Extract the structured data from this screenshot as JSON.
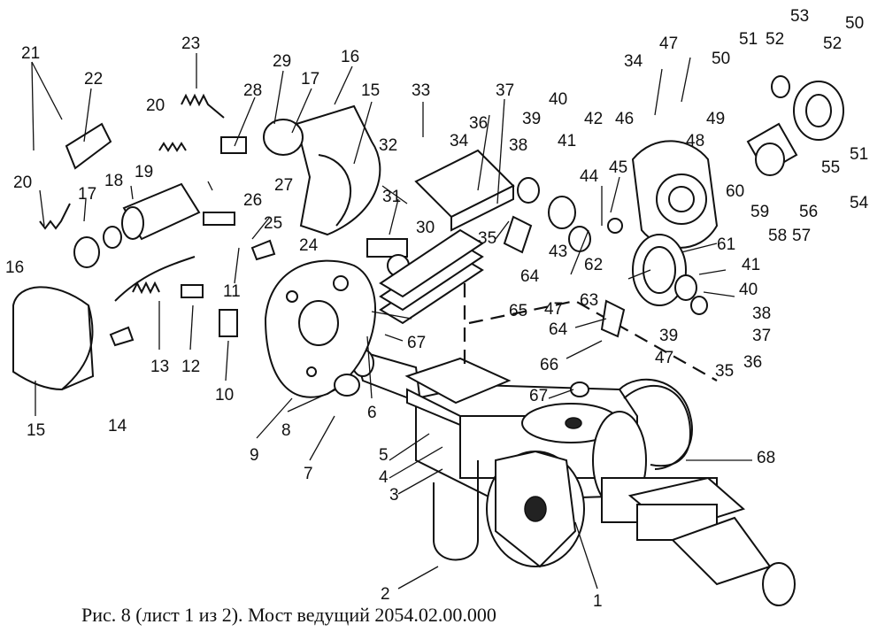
{
  "caption": "Рис. 8 (лист 1 из 2). Мост ведущий 2054.02.00.000",
  "callouts": [
    {
      "id": "21",
      "text": "21"
    },
    {
      "id": "22",
      "text": "22"
    },
    {
      "id": "20a",
      "text": "20"
    },
    {
      "id": "20b",
      "text": "20"
    },
    {
      "id": "23",
      "text": "23"
    },
    {
      "id": "28",
      "text": "28"
    },
    {
      "id": "29",
      "text": "29"
    },
    {
      "id": "17a",
      "text": "17"
    },
    {
      "id": "16a",
      "text": "16"
    },
    {
      "id": "15a",
      "text": "15"
    },
    {
      "id": "33",
      "text": "33"
    },
    {
      "id": "37a",
      "text": "37"
    },
    {
      "id": "34a",
      "text": "34"
    },
    {
      "id": "47a",
      "text": "47"
    },
    {
      "id": "51a",
      "text": "51"
    },
    {
      "id": "52a",
      "text": "52"
    },
    {
      "id": "53",
      "text": "53"
    },
    {
      "id": "50a",
      "text": "50"
    },
    {
      "id": "52b",
      "text": "52"
    },
    {
      "id": "50b",
      "text": "50"
    },
    {
      "id": "18",
      "text": "18"
    },
    {
      "id": "19",
      "text": "19"
    },
    {
      "id": "17b",
      "text": "17"
    },
    {
      "id": "16b",
      "text": "16"
    },
    {
      "id": "26",
      "text": "26"
    },
    {
      "id": "27",
      "text": "27"
    },
    {
      "id": "25",
      "text": "25"
    },
    {
      "id": "24",
      "text": "24"
    },
    {
      "id": "11",
      "text": "11"
    },
    {
      "id": "32",
      "text": "32"
    },
    {
      "id": "34b",
      "text": "34"
    },
    {
      "id": "36a",
      "text": "36"
    },
    {
      "id": "39a",
      "text": "39"
    },
    {
      "id": "40a",
      "text": "40"
    },
    {
      "id": "38a",
      "text": "38"
    },
    {
      "id": "41a",
      "text": "41"
    },
    {
      "id": "42",
      "text": "42"
    },
    {
      "id": "46",
      "text": "46"
    },
    {
      "id": "49",
      "text": "49"
    },
    {
      "id": "48",
      "text": "48"
    },
    {
      "id": "44",
      "text": "44"
    },
    {
      "id": "45",
      "text": "45"
    },
    {
      "id": "43",
      "text": "43"
    },
    {
      "id": "31",
      "text": "31"
    },
    {
      "id": "30",
      "text": "30"
    },
    {
      "id": "35a",
      "text": "35"
    },
    {
      "id": "64a",
      "text": "64"
    },
    {
      "id": "65",
      "text": "65"
    },
    {
      "id": "62",
      "text": "62"
    },
    {
      "id": "47b",
      "text": "47"
    },
    {
      "id": "63",
      "text": "63"
    },
    {
      "id": "61",
      "text": "61"
    },
    {
      "id": "41b",
      "text": "41"
    },
    {
      "id": "40b",
      "text": "40"
    },
    {
      "id": "60",
      "text": "60"
    },
    {
      "id": "59",
      "text": "59"
    },
    {
      "id": "58",
      "text": "58"
    },
    {
      "id": "57",
      "text": "57"
    },
    {
      "id": "56",
      "text": "56"
    },
    {
      "id": "55",
      "text": "55"
    },
    {
      "id": "54",
      "text": "54"
    },
    {
      "id": "51b",
      "text": "51"
    },
    {
      "id": "13",
      "text": "13"
    },
    {
      "id": "12",
      "text": "12"
    },
    {
      "id": "14",
      "text": "14"
    },
    {
      "id": "15b",
      "text": "15"
    },
    {
      "id": "10",
      "text": "10"
    },
    {
      "id": "9",
      "text": "9"
    },
    {
      "id": "8",
      "text": "8"
    },
    {
      "id": "7",
      "text": "7"
    },
    {
      "id": "6",
      "text": "6"
    },
    {
      "id": "5",
      "text": "5"
    },
    {
      "id": "4",
      "text": "4"
    },
    {
      "id": "3",
      "text": "3"
    },
    {
      "id": "2",
      "text": "2"
    },
    {
      "id": "1",
      "text": "1"
    },
    {
      "id": "67a",
      "text": "67"
    },
    {
      "id": "67b",
      "text": "67"
    },
    {
      "id": "64b",
      "text": "64"
    },
    {
      "id": "66",
      "text": "66"
    },
    {
      "id": "47c",
      "text": "47"
    },
    {
      "id": "39b",
      "text": "39"
    },
    {
      "id": "35b",
      "text": "35"
    },
    {
      "id": "36b",
      "text": "36"
    },
    {
      "id": "37b",
      "text": "37"
    },
    {
      "id": "38b",
      "text": "38"
    },
    {
      "id": "68",
      "text": "68"
    }
  ]
}
